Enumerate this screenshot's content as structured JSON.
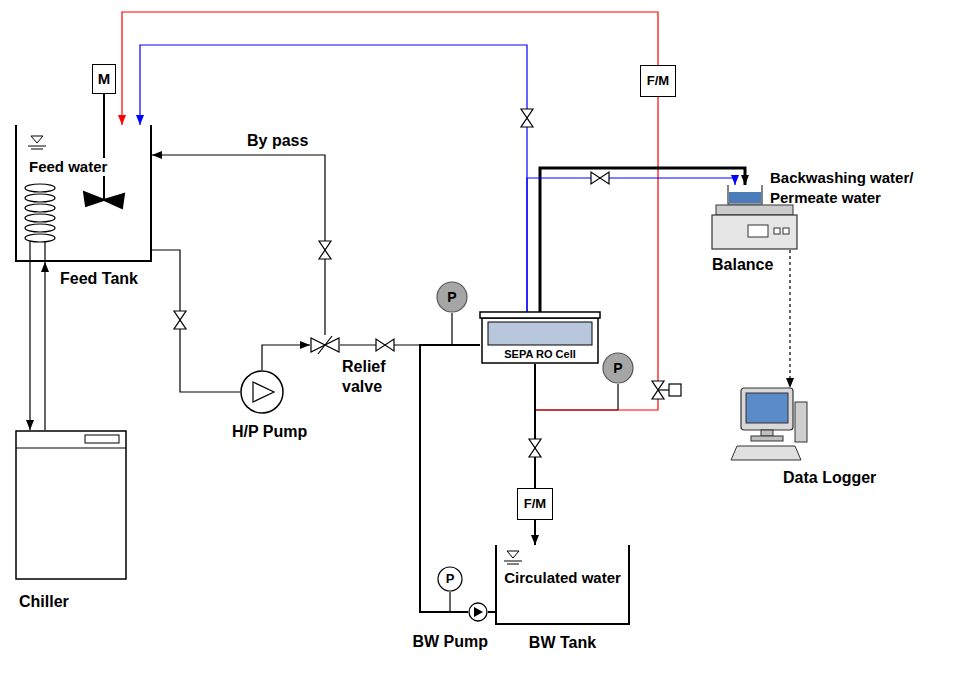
{
  "diagram": {
    "nodes": [
      {
        "text": [
          "M"
        ]
      },
      {
        "text": [
          "Feed water",
          "Feed Tank"
        ]
      },
      {
        "text": [
          "Chiller"
        ]
      },
      {
        "text": [
          "H/P Pump"
        ]
      },
      {
        "text": [
          "Relief valve"
        ]
      },
      {
        "text": [
          "P"
        ]
      },
      {
        "text": [
          "SEPA RO Cell"
        ]
      },
      {
        "text": [
          "P"
        ]
      },
      {
        "text": [
          "F/M"
        ]
      },
      {
        "text": [
          "Balance"
        ]
      },
      {
        "text": [
          "Data Logger"
        ]
      },
      {
        "text": [
          "F/M"
        ]
      },
      {
        "text": [
          "Circulated water",
          "BW Tank"
        ]
      },
      {
        "text": [
          "P"
        ]
      },
      {
        "text": [
          "BW Pump"
        ]
      }
    ],
    "edges": [
      {
        "from": 0,
        "to": 1,
        "arrow": "none"
      },
      {
        "from": 1,
        "to": 2,
        "arrow": "to"
      },
      {
        "from": 2,
        "to": 1,
        "arrow": "to"
      },
      {
        "from": 1,
        "to": 3,
        "arrow": "none"
      },
      {
        "from": 3,
        "to": 4,
        "arrow": "to"
      },
      {
        "from": 4,
        "to": 1,
        "label": "By pass",
        "arrow": "to"
      },
      {
        "from": 4,
        "to": 6,
        "arrow": "none"
      },
      {
        "from": 5,
        "to": 6,
        "arrow": "none"
      },
      {
        "from": 6,
        "to": 7,
        "arrow": "none"
      },
      {
        "from": 6,
        "to": 8,
        "arrow": "none"
      },
      {
        "from": 8,
        "to": 1,
        "arrow": "to"
      },
      {
        "from": 6,
        "to": 1,
        "arrow": "to"
      },
      {
        "from": 6,
        "to": 9,
        "arrow": "to"
      },
      {
        "from": 6,
        "to": 9,
        "arrow": "to"
      },
      {
        "from": 9,
        "to": 10,
        "arrow": "to"
      },
      {
        "from": 6,
        "to": 11,
        "arrow": "none"
      },
      {
        "from": 11,
        "to": 12,
        "arrow": "to"
      },
      {
        "from": 12,
        "to": 14,
        "arrow": "none"
      },
      {
        "from": 14,
        "to": 6,
        "arrow": "none"
      },
      {
        "from": 13,
        "to": 14,
        "arrow": "none"
      }
    ],
    "labels": [
      "Backwashing water/ Permeate water"
    ]
  }
}
